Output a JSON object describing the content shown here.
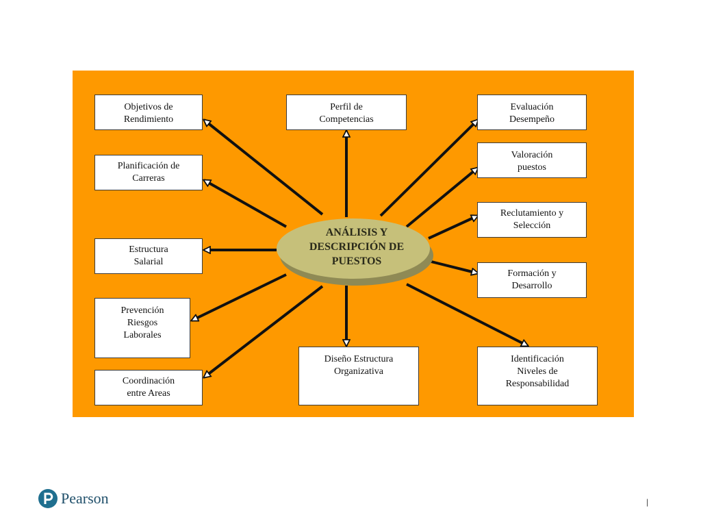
{
  "diagram": {
    "center": "ANÁLISIS Y\nDESCRIPCIÓN DE\nPUESTOS",
    "nodes": {
      "objetivos": "Objetivos de\nRendimiento",
      "perfil": "Perfil de\nCompetencias",
      "evaluacion": "Evaluación\nDesempeño",
      "planificacion": "Planificación de\nCarreras",
      "valoracion": "Valoración\npuestos",
      "reclutamiento": "Reclutamiento y\nSelección",
      "estructura": "Estructura\nSalarial",
      "formacion": "Formación y\nDesarrollo",
      "prevencion": "Prevención\nRiesgos\nLaborales",
      "coordinacion": "Coordinación\nentre Areas",
      "diseno": "Diseño Estructura\nOrganizativa",
      "identificacion": "Identificación\nNiveles de\nResponsabilidad"
    },
    "colors": {
      "background": "#fe9900",
      "box_fill": "#ffffff",
      "ellipse_fill": "#c6c07a",
      "ellipse_shadow": "#8f8a55",
      "arrow": "#111111"
    }
  },
  "footer": {
    "brand": "Pearson",
    "page_mark": "|"
  }
}
